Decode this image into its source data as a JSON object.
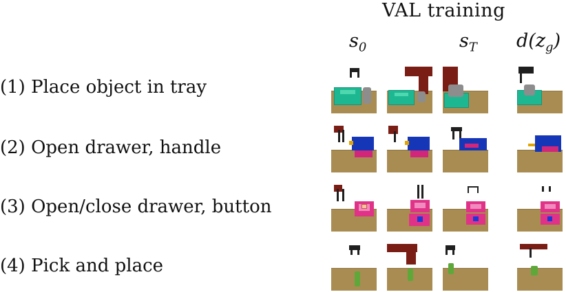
{
  "header": {
    "title": "VAL training",
    "columns": [
      {
        "symbol": "s",
        "subscript": "0",
        "suffix": ""
      },
      {
        "symbol": "",
        "subscript": "",
        "suffix": ""
      },
      {
        "symbol": "s",
        "subscript": "T",
        "suffix": ""
      },
      {
        "symbol": "d(z",
        "subscript": "g",
        "suffix": ")"
      }
    ]
  },
  "tasks": [
    {
      "label": "(1) Place object in tray"
    },
    {
      "label": "(2) Open drawer, handle"
    },
    {
      "label": "(3) Open/close drawer, button"
    },
    {
      "label": "(4) Pick and place"
    }
  ]
}
